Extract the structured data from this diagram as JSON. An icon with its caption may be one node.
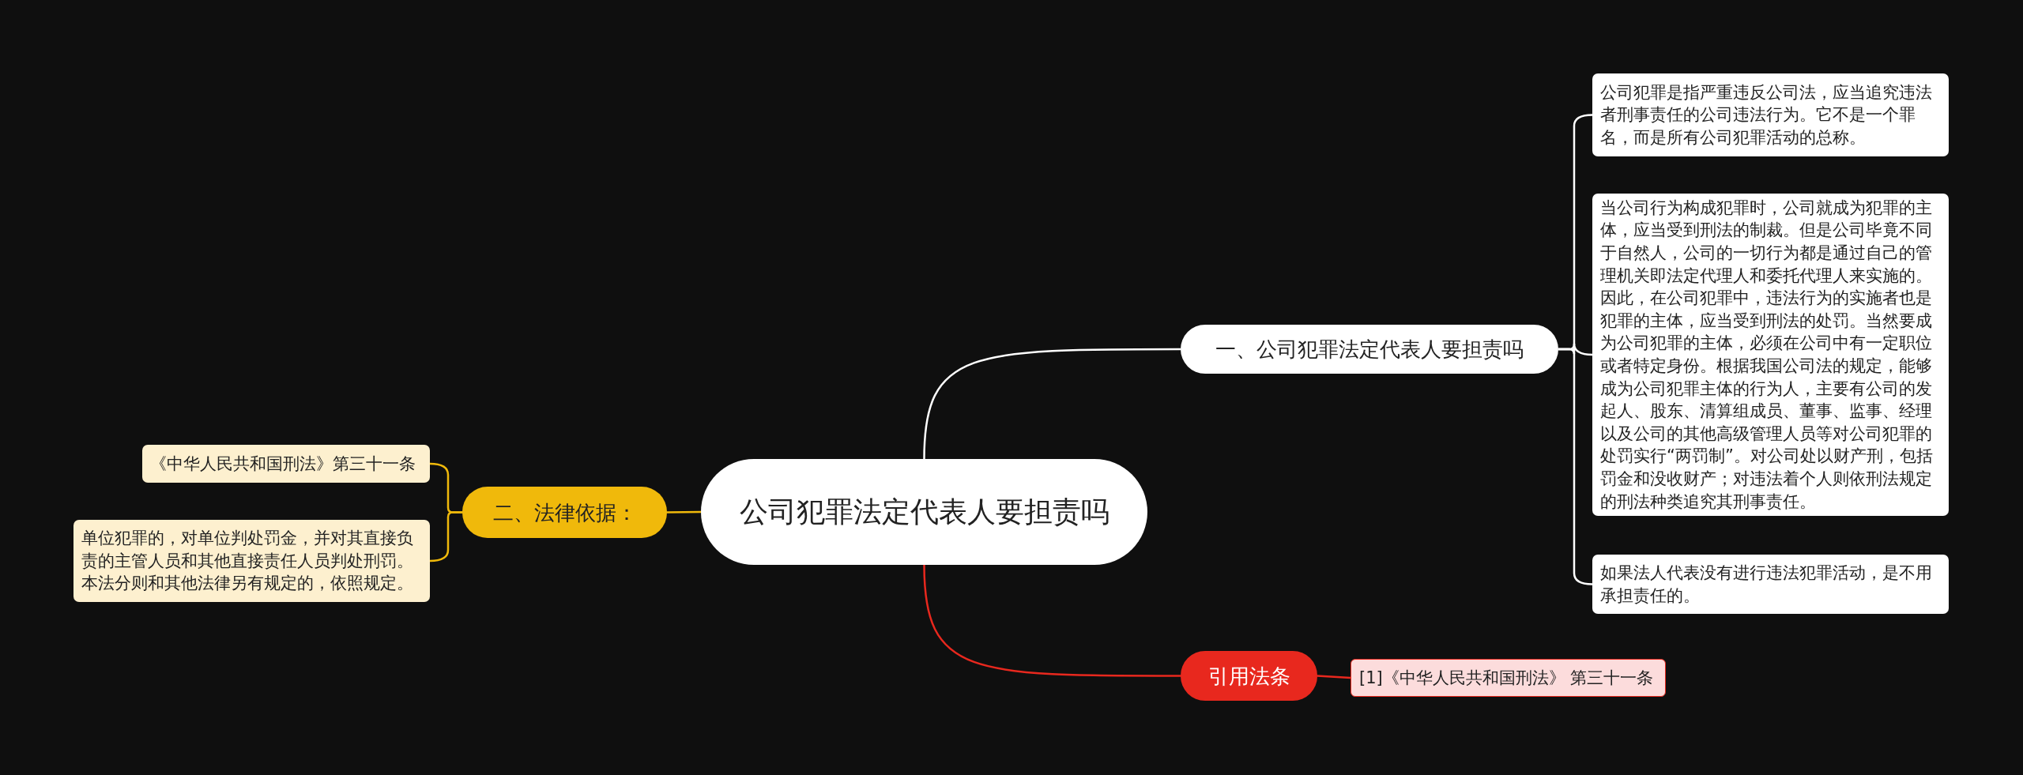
{
  "diagram": {
    "nodes": [
      {
        "text": [
          "公司犯罪法定代表人要担责吗"
        ]
      },
      {
        "text": [
          "一、公司犯罪法定代表人要担责吗"
        ]
      },
      {
        "text": [
          "公司犯罪是指严重违反公司法，应当追究违法者刑事责任的公司违法行为。它不是一个罪名，而是所有公司犯罪活动的总称。"
        ]
      },
      {
        "text": [
          "当公司行为构成犯罪时，公司就成为犯罪的主体，应当受到刑法的制裁。但是公司毕竟不同于自然人，公司的一切行为都是通过自己的管理机关即法定代理人和委托代理人来实施的。因此，在公司犯罪中，违法行为的实施者也是犯罪的主体，应当受到刑法的处罚。当然要成为公司犯罪的主体，必须在公司中有一定职位或者特定身份。根据我国公司法的规定，能够成为公司犯罪主体的行为人，主要有公司的发起人、股东、清算组成员、董事、监事、经理以及公司的其他高级管理人员等对公司犯罪的处罚实行“两罚制”。对公司处以财产刑，包括罚金和没收财产；对违法着个人则依刑法规定的刑法种类追究其刑事责任。"
        ]
      },
      {
        "text": [
          "如果法人代表没有进行违法犯罪活动，是不用承担责任的。"
        ]
      },
      {
        "text": [
          "二、法律依据："
        ]
      },
      {
        "text": [
          "《中华人民共和国刑法》第三十一条"
        ]
      },
      {
        "text": [
          "单位犯罪的，对单位判处罚金，并对其直接负责的主管人员和其他直接责任人员判处刑罚。本法分则和其他法律另有规定的，依照规定。"
        ]
      },
      {
        "text": [
          "引用法条"
        ]
      },
      {
        "text": [
          "[1]《中华人民共和国刑法》 第三十一条"
        ]
      }
    ],
    "edges": [
      {
        "from": 0,
        "to": 1,
        "arrow": "none"
      },
      {
        "from": 1,
        "to": 2,
        "arrow": "none"
      },
      {
        "from": 1,
        "to": 3,
        "arrow": "none"
      },
      {
        "from": 1,
        "to": 4,
        "arrow": "none"
      },
      {
        "from": 0,
        "to": 5,
        "arrow": "none",
        "color": "#f0b90b"
      },
      {
        "from": 5,
        "to": 6,
        "arrow": "none",
        "color": "#f0b90b"
      },
      {
        "from": 5,
        "to": 7,
        "arrow": "none",
        "color": "#f0b90b"
      },
      {
        "from": 0,
        "to": 8,
        "arrow": "none",
        "color": "#e8281e"
      },
      {
        "from": 8,
        "to": 9,
        "arrow": "none",
        "color": "#e8281e"
      }
    ]
  }
}
